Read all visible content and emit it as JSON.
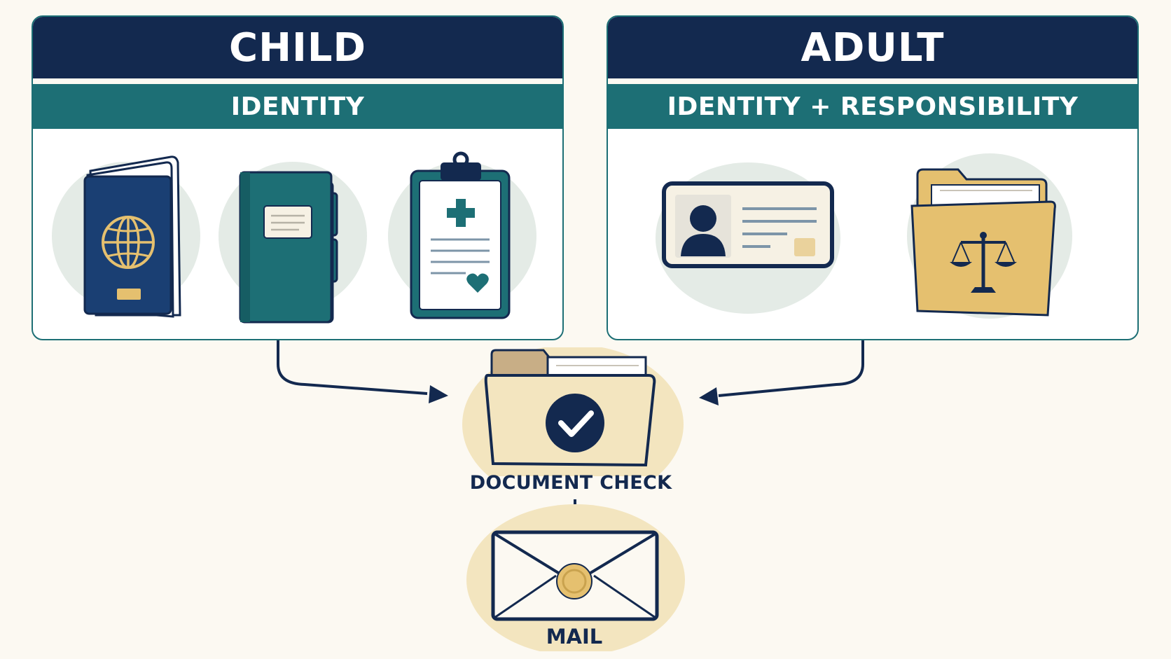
{
  "child": {
    "title": "CHILD",
    "subtitle": "IDENTITY",
    "icons": [
      "passport-icon",
      "binder-icon",
      "medical-clipboard-icon"
    ]
  },
  "adult": {
    "title": "ADULT",
    "subtitle": "IDENTITY + RESPONSIBILITY",
    "icons": [
      "id-card-icon",
      "legal-folder-icon"
    ]
  },
  "flow": {
    "check_label": "DOCUMENT CHECK",
    "mail_label": "MAIL"
  },
  "colors": {
    "navy": "#13294f",
    "teal": "#1d6f75",
    "gold": "#e5c06f",
    "cream_background": "#fcf9f2",
    "halo": "#e4ebe6"
  }
}
